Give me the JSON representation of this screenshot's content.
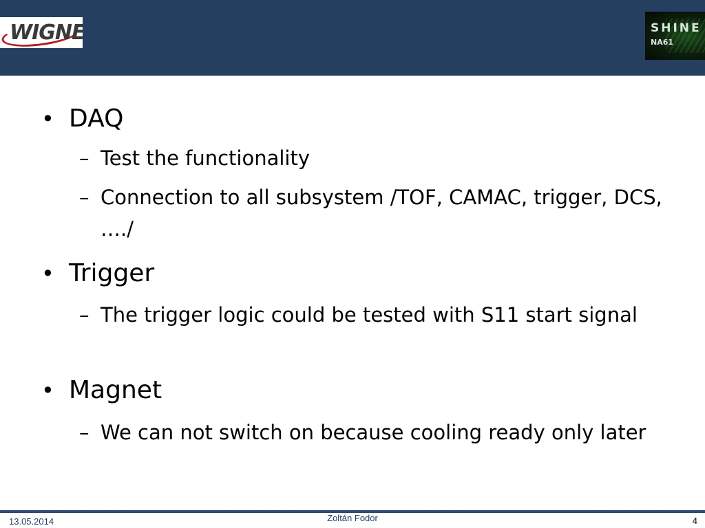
{
  "header": {
    "left_logo_text": "WIGNER",
    "right_logo_title": "SHINE",
    "right_logo_subtitle": "NA61",
    "background_color": "#243f60"
  },
  "bullets": [
    {
      "label": "DAQ",
      "subs": [
        "Test the functionality",
        "Connection to all subsystem /TOF, CAMAC, trigger, DCS, …./"
      ]
    },
    {
      "label": "Trigger",
      "subs": [
        "The trigger logic could be tested with S11 start signal"
      ]
    },
    {
      "label": "Magnet",
      "subs": [
        "We can not switch on because cooling ready only later"
      ]
    }
  ],
  "bullet_symbol": "•",
  "dash_symbol": "–",
  "footer": {
    "date": "13.05.2014",
    "author": "Zoltán Fodor",
    "page_number": "4"
  }
}
